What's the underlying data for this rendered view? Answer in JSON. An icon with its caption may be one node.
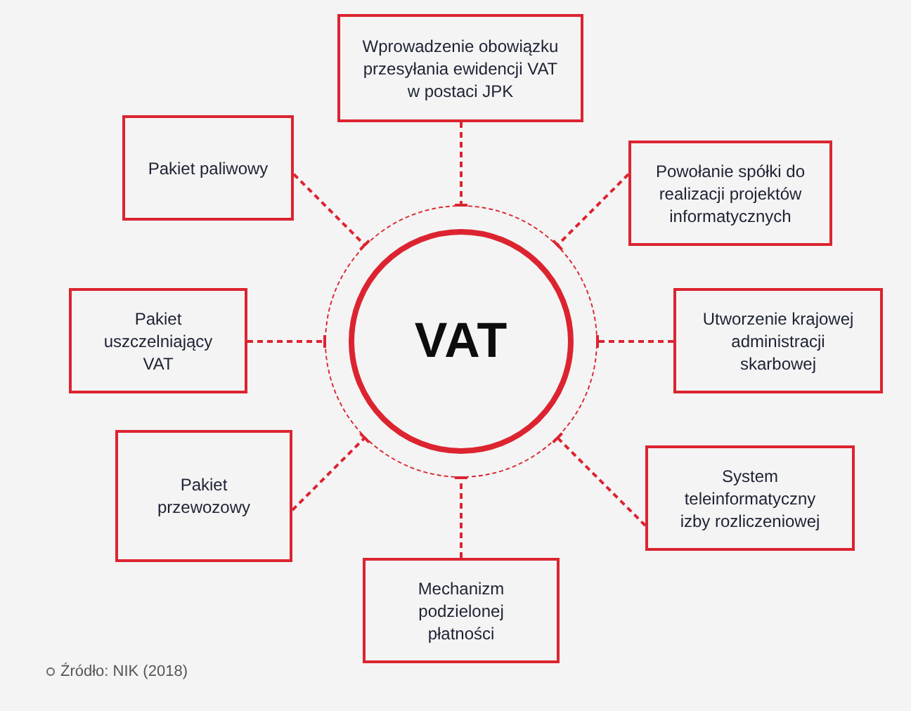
{
  "diagram": {
    "nodes": [
      {
        "text": [
          "Wprowadzenie obowiązku przesyłania ewidencji VAT w postaci JPK"
        ]
      },
      {
        "text": [
          "Pakiet paliwowy"
        ]
      },
      {
        "text": [
          "Powołanie spółki do realizacji projektów informatycznych"
        ]
      },
      {
        "text": [
          "VAT"
        ]
      },
      {
        "text": [
          "Pakiet uszczelniający VAT"
        ]
      },
      {
        "text": [
          "Utworzenie krajowej administracji skarbowej"
        ]
      },
      {
        "text": [
          "Pakiet przewozowy"
        ]
      },
      {
        "text": [
          "System teleinformatyczny izby rozliczeniowej"
        ]
      },
      {
        "text": [
          "Mechanizm podzielonej płatności"
        ]
      }
    ],
    "edges": [
      {
        "from": 0,
        "to": 3,
        "arrow": "other",
        "style": "dashed"
      },
      {
        "from": 1,
        "to": 3,
        "arrow": "other",
        "style": "dashed"
      },
      {
        "from": 2,
        "to": 3,
        "arrow": "other",
        "style": "dashed"
      },
      {
        "from": 4,
        "to": 3,
        "arrow": "other",
        "style": "dashed"
      },
      {
        "from": 5,
        "to": 3,
        "arrow": "other",
        "style": "dashed"
      },
      {
        "from": 6,
        "to": 3,
        "arrow": "other",
        "style": "dashed"
      },
      {
        "from": 7,
        "to": 3,
        "arrow": "other",
        "style": "dashed"
      },
      {
        "from": 8,
        "to": 3,
        "arrow": "other",
        "style": "dashed"
      }
    ],
    "labels": [
      "Źródło: NIK (2018)"
    ]
  }
}
